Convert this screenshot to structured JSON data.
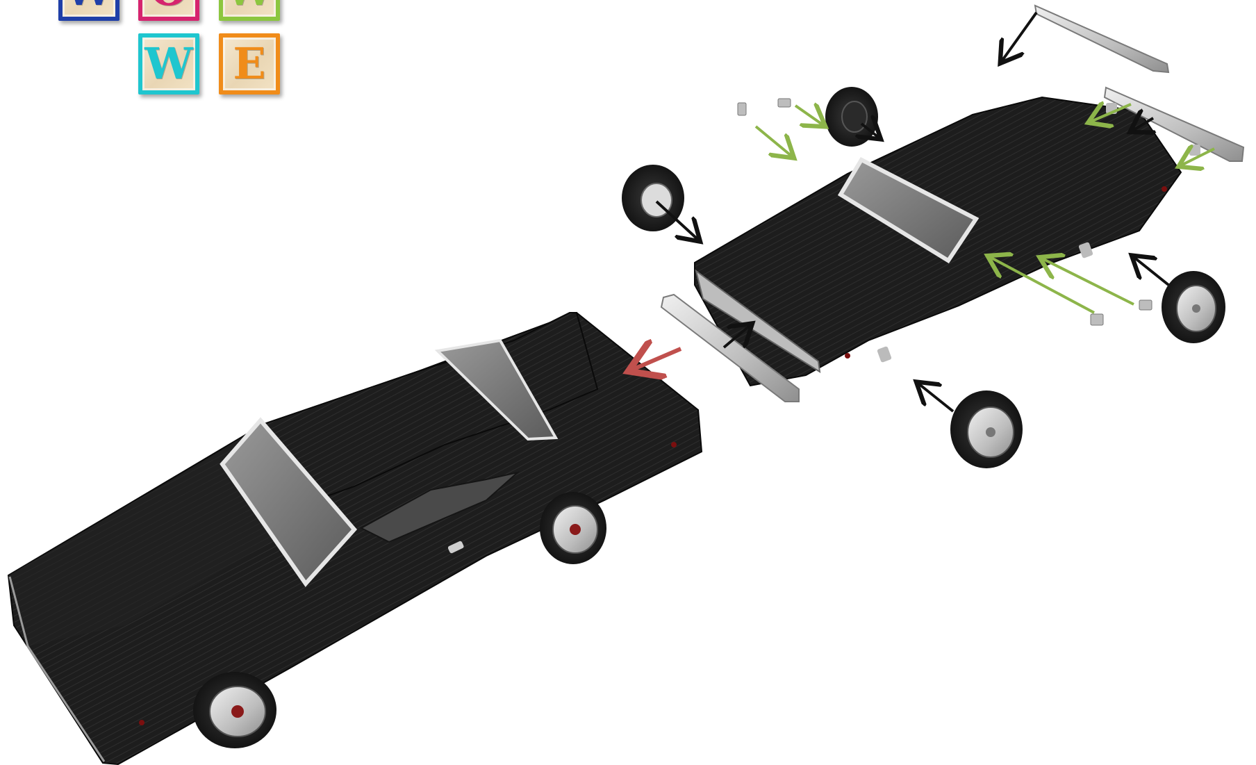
{
  "logo": {
    "letters": [
      "W",
      "O",
      "W",
      "W",
      "E"
    ],
    "colors": [
      "#1f3fa8",
      "#d6246e",
      "#8cc63f",
      "#1fc6cf",
      "#f08c1a"
    ]
  },
  "colors": {
    "body": "#1c1c1c",
    "chrome": "#c9c9c9",
    "assembly_arrow": "#111111",
    "connector_arrow": "#8db54a",
    "result_arrow": "#c0504d"
  }
}
